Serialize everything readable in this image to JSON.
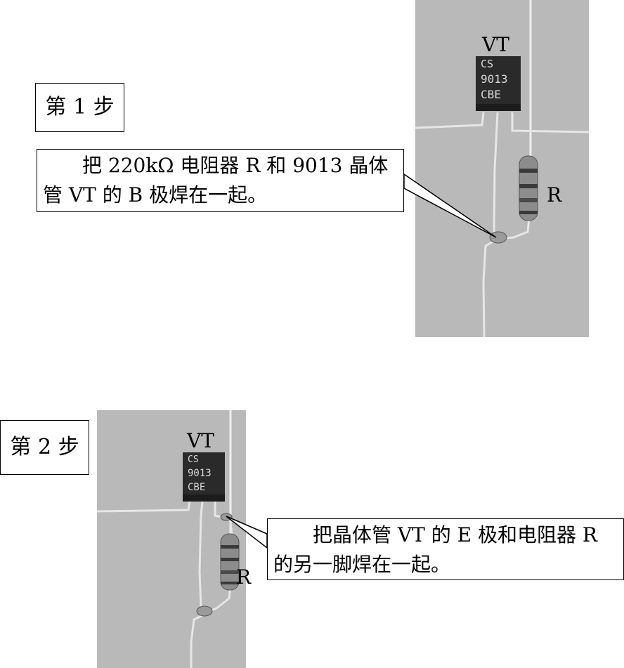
{
  "step1": {
    "badge": "第 1 步",
    "caption": "把 220kΩ 电阻器 R 和 9013 晶体管 VT 的 B 极焊在一起。",
    "label_vt": "VT",
    "label_r": "R",
    "chip_lines": [
      "CS",
      "9013",
      "CBE"
    ]
  },
  "step2": {
    "badge": "第 2 步",
    "caption": "把晶体管 VT 的 E 极和电阻器 R 的另一脚焊在一起。",
    "label_vt": "VT",
    "label_r": "R",
    "chip_lines": [
      "CS",
      "9013",
      "CBE"
    ]
  },
  "colors": {
    "photo_bg": "#b9b9b9",
    "chip": "#2a2a2a",
    "wire": "#e6e6e6"
  }
}
